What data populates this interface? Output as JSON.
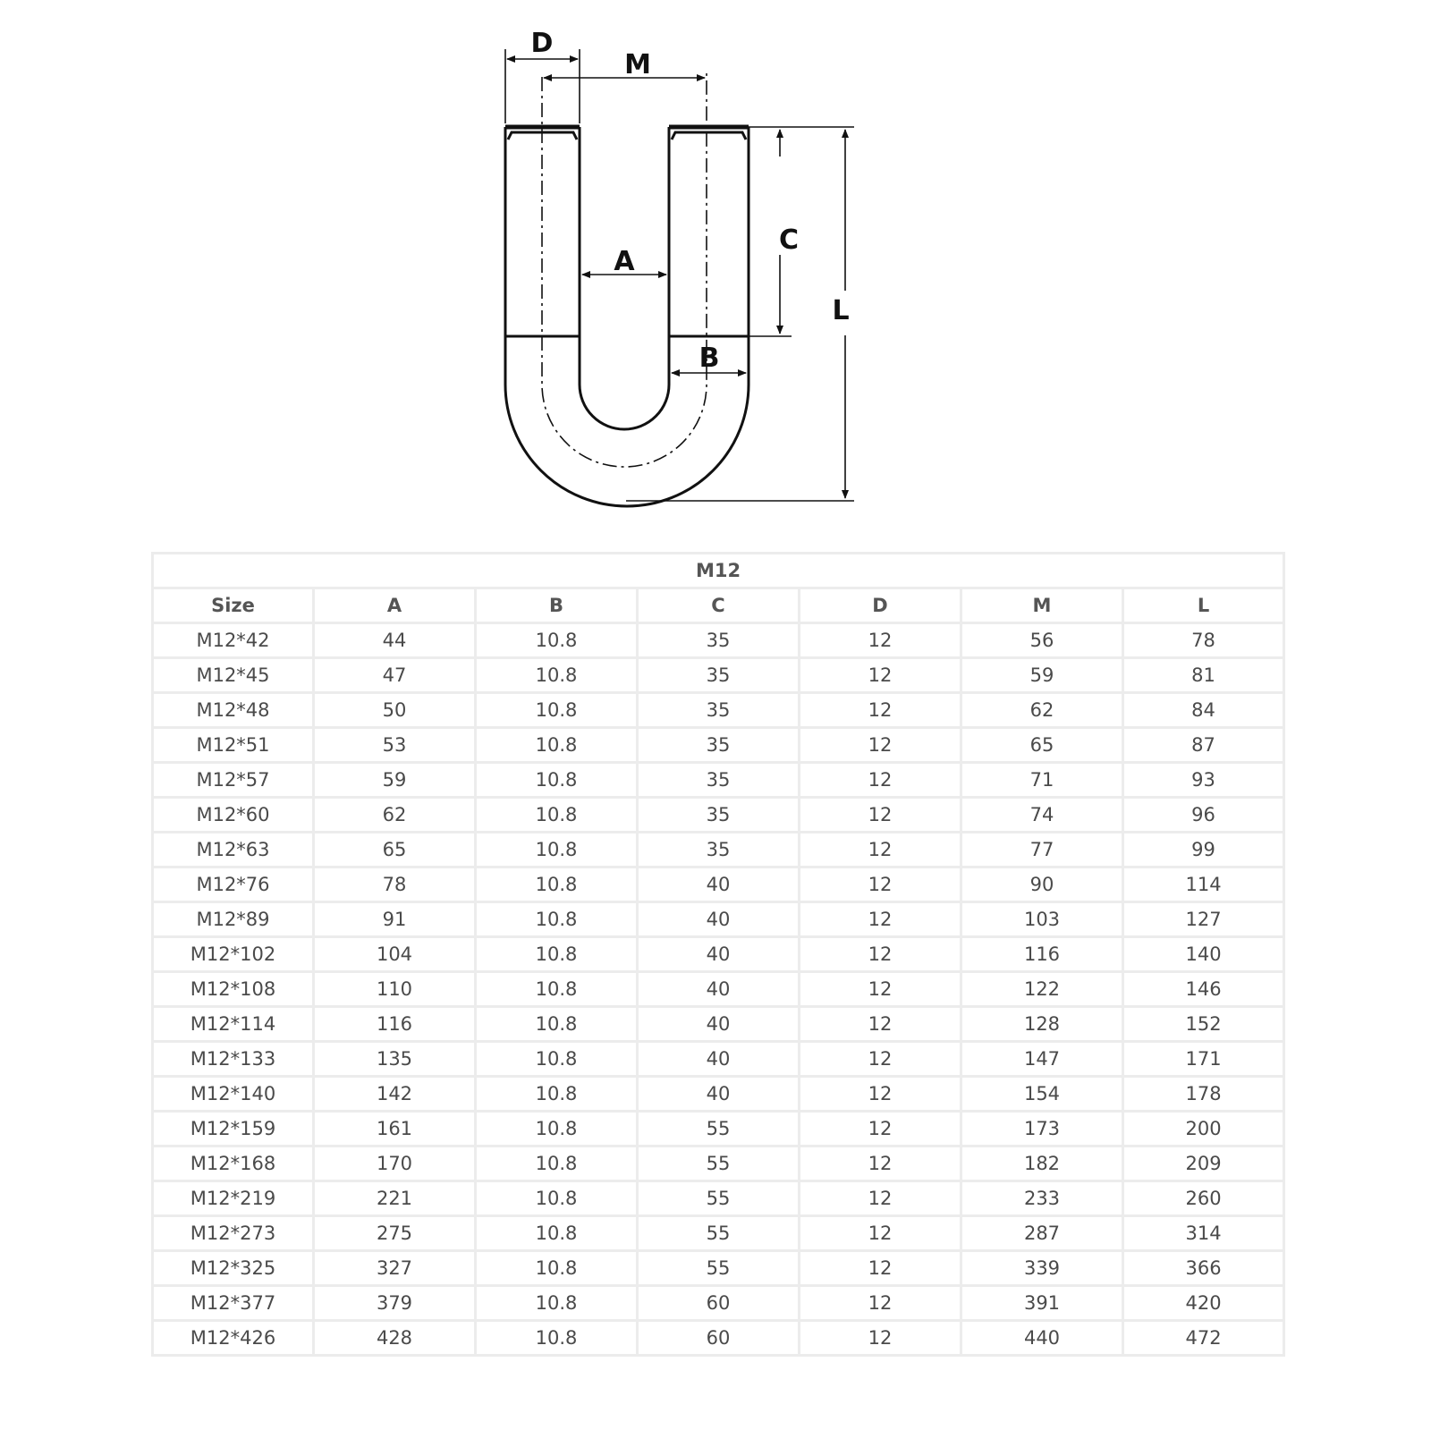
{
  "diagram": {
    "labels": {
      "d": "D",
      "m": "M",
      "a": "A",
      "b": "B",
      "c": "C",
      "l": "L"
    }
  },
  "table": {
    "title": "M12",
    "headers": [
      "Size",
      "A",
      "B",
      "C",
      "D",
      "M",
      "L"
    ],
    "rows": [
      [
        "M12*42",
        "44",
        "10.8",
        "35",
        "12",
        "56",
        "78"
      ],
      [
        "M12*45",
        "47",
        "10.8",
        "35",
        "12",
        "59",
        "81"
      ],
      [
        "M12*48",
        "50",
        "10.8",
        "35",
        "12",
        "62",
        "84"
      ],
      [
        "M12*51",
        "53",
        "10.8",
        "35",
        "12",
        "65",
        "87"
      ],
      [
        "M12*57",
        "59",
        "10.8",
        "35",
        "12",
        "71",
        "93"
      ],
      [
        "M12*60",
        "62",
        "10.8",
        "35",
        "12",
        "74",
        "96"
      ],
      [
        "M12*63",
        "65",
        "10.8",
        "35",
        "12",
        "77",
        "99"
      ],
      [
        "M12*76",
        "78",
        "10.8",
        "40",
        "12",
        "90",
        "114"
      ],
      [
        "M12*89",
        "91",
        "10.8",
        "40",
        "12",
        "103",
        "127"
      ],
      [
        "M12*102",
        "104",
        "10.8",
        "40",
        "12",
        "116",
        "140"
      ],
      [
        "M12*108",
        "110",
        "10.8",
        "40",
        "12",
        "122",
        "146"
      ],
      [
        "M12*114",
        "116",
        "10.8",
        "40",
        "12",
        "128",
        "152"
      ],
      [
        "M12*133",
        "135",
        "10.8",
        "40",
        "12",
        "147",
        "171"
      ],
      [
        "M12*140",
        "142",
        "10.8",
        "40",
        "12",
        "154",
        "178"
      ],
      [
        "M12*159",
        "161",
        "10.8",
        "55",
        "12",
        "173",
        "200"
      ],
      [
        "M12*168",
        "170",
        "10.8",
        "55",
        "12",
        "182",
        "209"
      ],
      [
        "M12*219",
        "221",
        "10.8",
        "55",
        "12",
        "233",
        "260"
      ],
      [
        "M12*273",
        "275",
        "10.8",
        "55",
        "12",
        "287",
        "314"
      ],
      [
        "M12*325",
        "327",
        "10.8",
        "55",
        "12",
        "339",
        "366"
      ],
      [
        "M12*377",
        "379",
        "10.8",
        "60",
        "12",
        "391",
        "420"
      ],
      [
        "M12*426",
        "428",
        "10.8",
        "60",
        "12",
        "440",
        "472"
      ]
    ]
  }
}
